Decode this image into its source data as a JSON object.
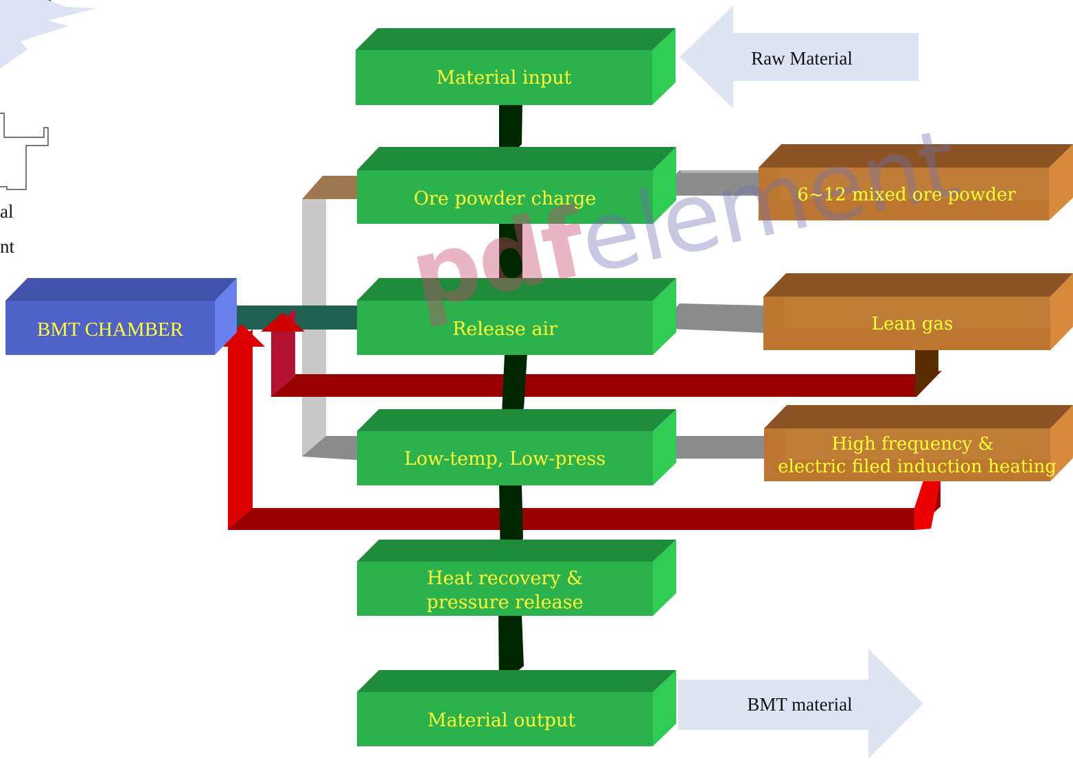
{
  "boxes": {
    "material_input": "Material input",
    "ore_powder_charge": "Ore powder charge",
    "release_air": "Release air",
    "low_temp_low_press": "Low-temp, Low-press",
    "heat_recovery_line1": "Heat recovery &",
    "heat_recovery_line2": "pressure release",
    "material_output": "Material output",
    "bmt_chamber": "BMT CHAMBER",
    "mixed_ore_powder": "6~12 mixed ore powder",
    "lean_gas": "Lean gas",
    "hf_heating_line1": "High frequency &",
    "hf_heating_line2": "electric filed induction heating"
  },
  "arrows": {
    "raw_material": "Raw Material",
    "bmt_material": "BMT material"
  },
  "edge_fragments": {
    "frag1": "al",
    "frag2": "nt"
  },
  "watermark": {
    "prefix": "pdf",
    "suffix": "element"
  },
  "colors": {
    "process_box": "#2cb24c",
    "chamber": "#4f62c8",
    "resource_box": "#bc7630",
    "flow_red": "#990000",
    "arrow_light": "#dfe4f3"
  }
}
